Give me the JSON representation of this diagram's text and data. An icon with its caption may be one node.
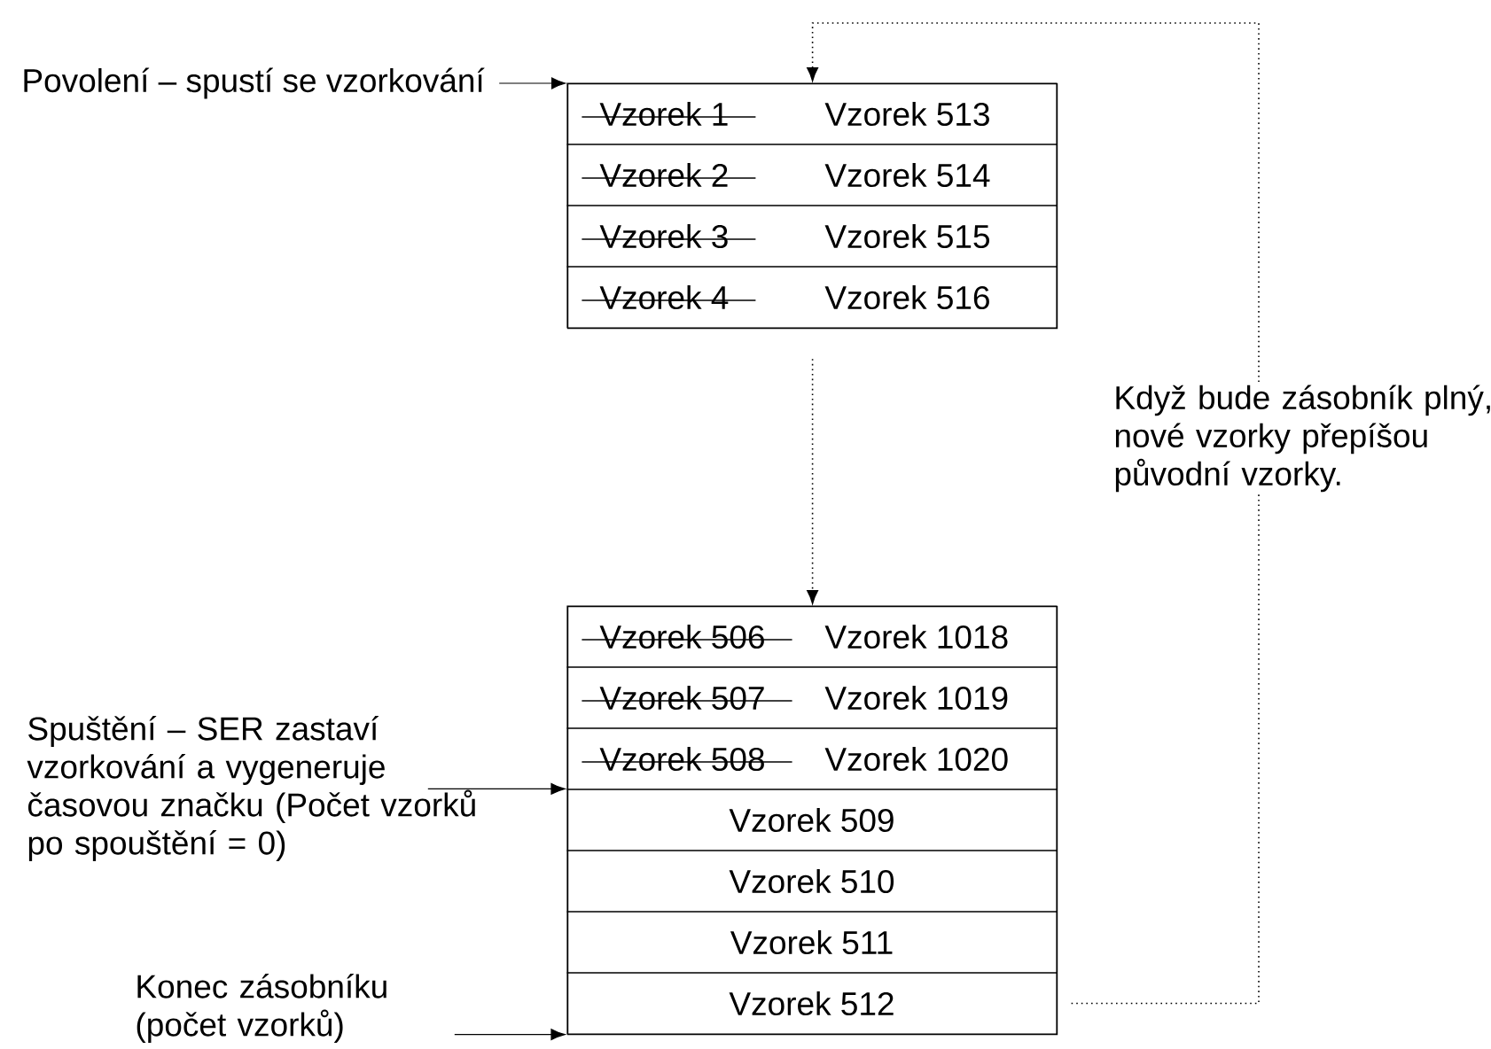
{
  "diagram": {
    "nodes": [
      {
        "text": [],
        "shape": "box"
      },
      {
        "text": [
          "Vzorek 1",
          "Vzorek 513"
        ],
        "in": 0
      },
      {
        "text": [
          "Vzorek 2",
          "Vzorek 514"
        ],
        "in": 0
      },
      {
        "text": [
          "Vzorek 3",
          "Vzorek 515"
        ],
        "in": 0
      },
      {
        "text": [
          "Vzorek 4",
          "Vzorek 516"
        ],
        "in": 0
      },
      {
        "text": [],
        "shape": "box"
      },
      {
        "text": [
          "Vzorek 506",
          "Vzorek 1018"
        ],
        "in": 5
      },
      {
        "text": [
          "Vzorek 507",
          "Vzorek 1019"
        ],
        "in": 5
      },
      {
        "text": [
          "Vzorek 508",
          "Vzorek 1020"
        ],
        "in": 5
      },
      {
        "text": [
          "Vzorek 509"
        ],
        "in": 5
      },
      {
        "text": [
          "Vzorek 510"
        ],
        "in": 5
      },
      {
        "text": [
          "Vzorek 511"
        ],
        "in": 5
      },
      {
        "text": [
          "Vzorek 512"
        ],
        "in": 5
      },
      {
        "text": [
          "Povolení – spustí se vzorkování"
        ]
      },
      {
        "text": [
          "Spuštění – SER zastaví vzorkování a vygeneruje časovou značku (Počet vzorků po spouštění = 0)"
        ]
      },
      {
        "text": [
          "Konec zásobníku (počet vzorků)"
        ]
      }
    ],
    "edges": [
      {
        "from": 13,
        "to": 0,
        "arrow": "to"
      },
      {
        "from": 14,
        "to": 9,
        "arrow": "to"
      },
      {
        "from": 15,
        "to": 12,
        "arrow": "to"
      },
      {
        "from": 0,
        "to": 5,
        "arrow": "to",
        "style": "dashed"
      },
      {
        "from": 12,
        "to": 0,
        "arrow": "to",
        "style": "dashed"
      }
    ],
    "labels": [
      "Když bude zásobník plný, nové vzorky přepíšou původní vzorky."
    ]
  }
}
